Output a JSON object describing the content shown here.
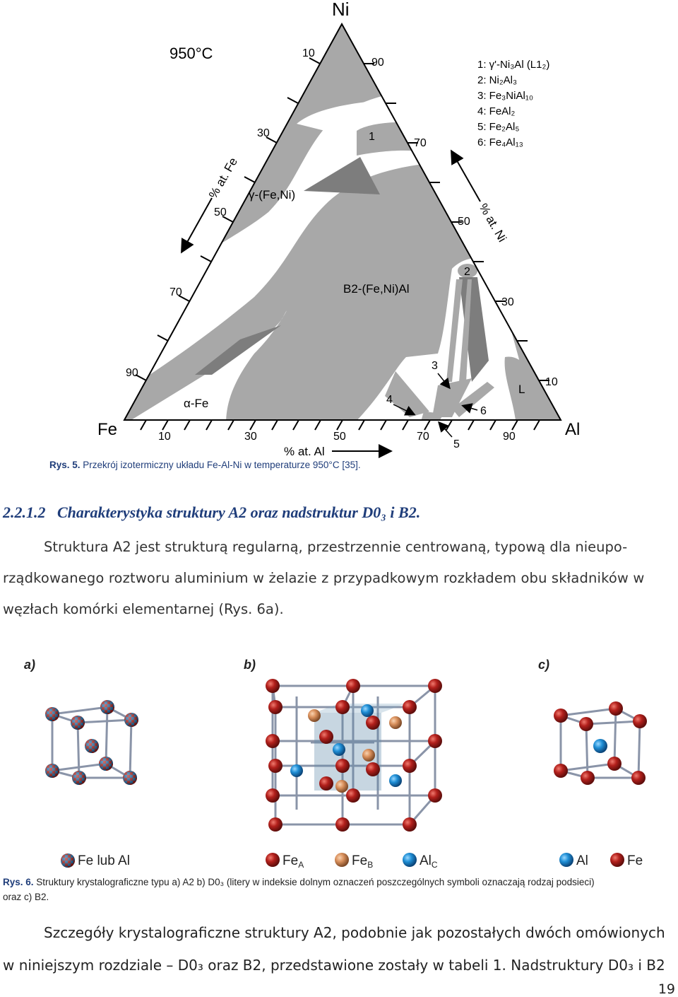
{
  "phase_diagram": {
    "vertex_top": "Ni",
    "vertex_left": "Fe",
    "vertex_right": "Al",
    "temperature": "950°C",
    "axis_fe": "% at. Fe",
    "axis_ni": "% at. Ni",
    "axis_al": "% at. Al",
    "left_ticks": [
      "10",
      "30",
      "50",
      "70",
      "90"
    ],
    "right_ticks": [
      "90",
      "70",
      "50",
      "30",
      "10"
    ],
    "bottom_ticks": [
      "10",
      "30",
      "50",
      "70",
      "90"
    ],
    "regions": {
      "gamma": "γ-(Fe,Ni)",
      "b2": "B2-(Fe,Ni)Al",
      "alpha": "α-Fe",
      "liquid": "L"
    },
    "markers": [
      "1",
      "2",
      "3",
      "4",
      "5",
      "6"
    ],
    "legend": [
      "1: γ'-Ni₃Al (L1₂)",
      "2: Ni₂Al₃",
      "3: Fe₃NiAl₁₀",
      "4: FeAl₂",
      "5: Fe₂Al₅",
      "6: Fe₄Al₁₃"
    ],
    "colors": {
      "phase_fill": "#a8a8a8",
      "tie_fill": "#7d7d7d",
      "two_phase": "#ffffff"
    }
  },
  "caption5": {
    "label": "Rys. 5.",
    "text": "Przekrój izotermiczny układu Fe-Al-Ni w temperaturze 950°C [35]."
  },
  "section": {
    "number": "2.2.1.2",
    "title": "Charakterystyka struktury A2 oraz nadstruktur D0₃ i B2."
  },
  "paragraph1": [
    "Struktura A2 jest strukturą regularną, przestrzennie centrowaną, typową dla nieupo-",
    "rządkowanego roztworu aluminium w żelazie z przypadkowym rozkładem obu składników w",
    "węzłach komórki elementarnej (Rys. 6a)."
  ],
  "figure6": {
    "panel_a": "a)",
    "panel_b": "b)",
    "panel_c": "c)",
    "legend_a": "Fe lub Al",
    "legend_b": [
      "Fe",
      "A",
      "Fe",
      "B",
      "Al",
      "C"
    ],
    "legend_c": [
      "Al",
      "Fe"
    ],
    "colors": {
      "fe": "#b3201c",
      "al": "#1f8fd6",
      "feb": "#d9905c"
    }
  },
  "caption6": {
    "label": "Rys. 6.",
    "line1": "Struktury krystalograficzne typu a) A2 b) D0₃ (litery w indeksie dolnym oznaczeń poszczególnych symboli oznaczają rodzaj podsieci)",
    "line2": "oraz c) B2."
  },
  "paragraph2": [
    "Szczegóły krystalograficzne struktury A2, podobnie jak pozostałych dwóch omówionych",
    "w niniejszym rozdziale – D0₃ oraz B2, przedstawione zostały w tabeli 1. Nadstruktury D0₃ i B2"
  ],
  "page_number": "19"
}
